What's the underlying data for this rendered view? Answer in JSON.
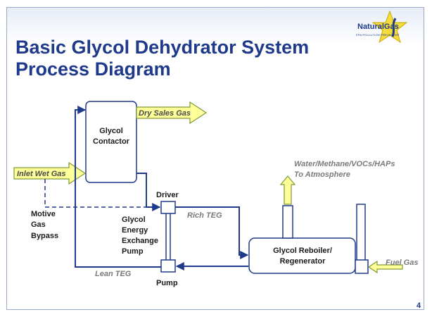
{
  "slide": {
    "title_line1": "Basic Glycol Dehydrator System",
    "title_line2": "Process Diagram",
    "page_number": "4"
  },
  "logo": {
    "text": "NaturalGas",
    "subtext": "EPA POLLUTION PREVENTER"
  },
  "colors": {
    "title": "#1f3a8a",
    "line": "#1f3a8a",
    "arrow_fill": "#ffff99",
    "arrow_stroke": "#7f9a3a",
    "frame_border": "#9aa8c6"
  },
  "diagram": {
    "contactor_line1": "Glycol",
    "contactor_line2": "Contactor",
    "dry_sales_gas": "Dry Sales Gas",
    "inlet_wet_gas": "Inlet Wet Gas",
    "motive_line1": "Motive",
    "motive_line2": "Gas",
    "motive_line3": "Bypass",
    "driver": "Driver",
    "pump_line1": "Glycol",
    "pump_line2": "Energy",
    "pump_line3": "Exchange",
    "pump_line4": "Pump",
    "pump": "Pump",
    "rich_teg": "Rich TEG",
    "lean_teg": "Lean TEG",
    "reboiler_line1": "Glycol Reboiler/",
    "reboiler_line2": "Regenerator",
    "atmosphere_line1": "Water/Methane/VOCs/HAPs",
    "atmosphere_line2": "To Atmosphere",
    "fuel_gas": "Fuel Gas"
  }
}
